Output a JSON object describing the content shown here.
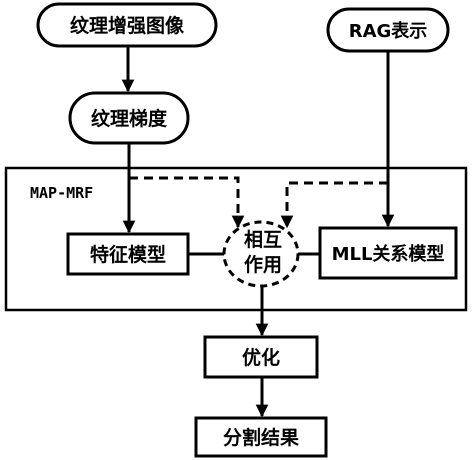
{
  "nodes": {
    "texture_enhanced": "纹理增强图像",
    "rag": "RAG表示",
    "texture_gradient": "纹理梯度",
    "frame_label": "MAP-MRF",
    "feature_model": "特征模型",
    "interaction_line1": "相互",
    "interaction_line2": "作用",
    "mll_model": "MLL关系模型",
    "optimize": "优化",
    "result": "分割结果"
  },
  "colors": {
    "stroke": "#000000",
    "fill": "#ffffff"
  }
}
